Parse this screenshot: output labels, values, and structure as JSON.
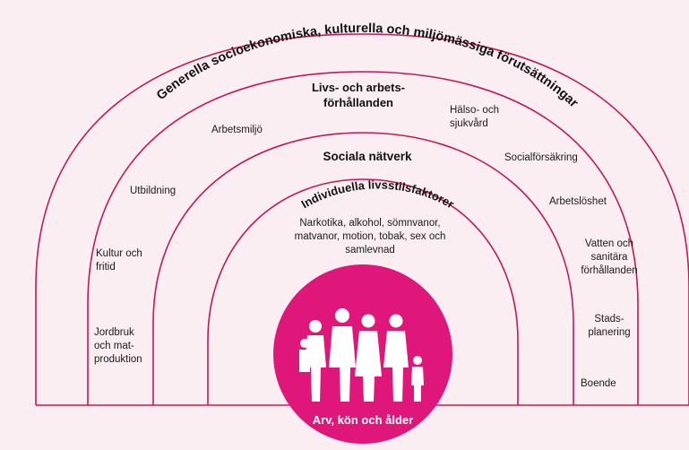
{
  "colors": {
    "background": "#fbeef2",
    "arc_stroke": "#c2185b",
    "core_fill": "#e0177a",
    "core_text": "#ffffff"
  },
  "layers": {
    "outer": "Generella socioekonomiska, kulturella och miljömässiga förutsättningar",
    "living": "Livs- och arbets-förhållanden",
    "social": "Sociala nätverk",
    "individual": "Individuella livsstilsfaktorer"
  },
  "individual_factors": "Narkotika, alkohol, sömnvanor, matvanor, motion, tobak, sex och samlevnad",
  "core": {
    "label": "Arv, kön och ålder",
    "icon": "family-silhouette-icon"
  },
  "sectors": {
    "arbetsmiljo": "Arbetsmiljö",
    "halso": "Hälso- och sjukvård",
    "utbildning": "Utbildning",
    "socialforsakring": "Socialförsäkring",
    "arbetsloshet": "Arbetslöshet",
    "kultur": "Kultur och fritid",
    "vatten": "Vatten och sanitära förhållanden",
    "jordbruk": "Jordbruk och mat-produktion",
    "stads": "Stads-planering",
    "boende": "Boende"
  }
}
